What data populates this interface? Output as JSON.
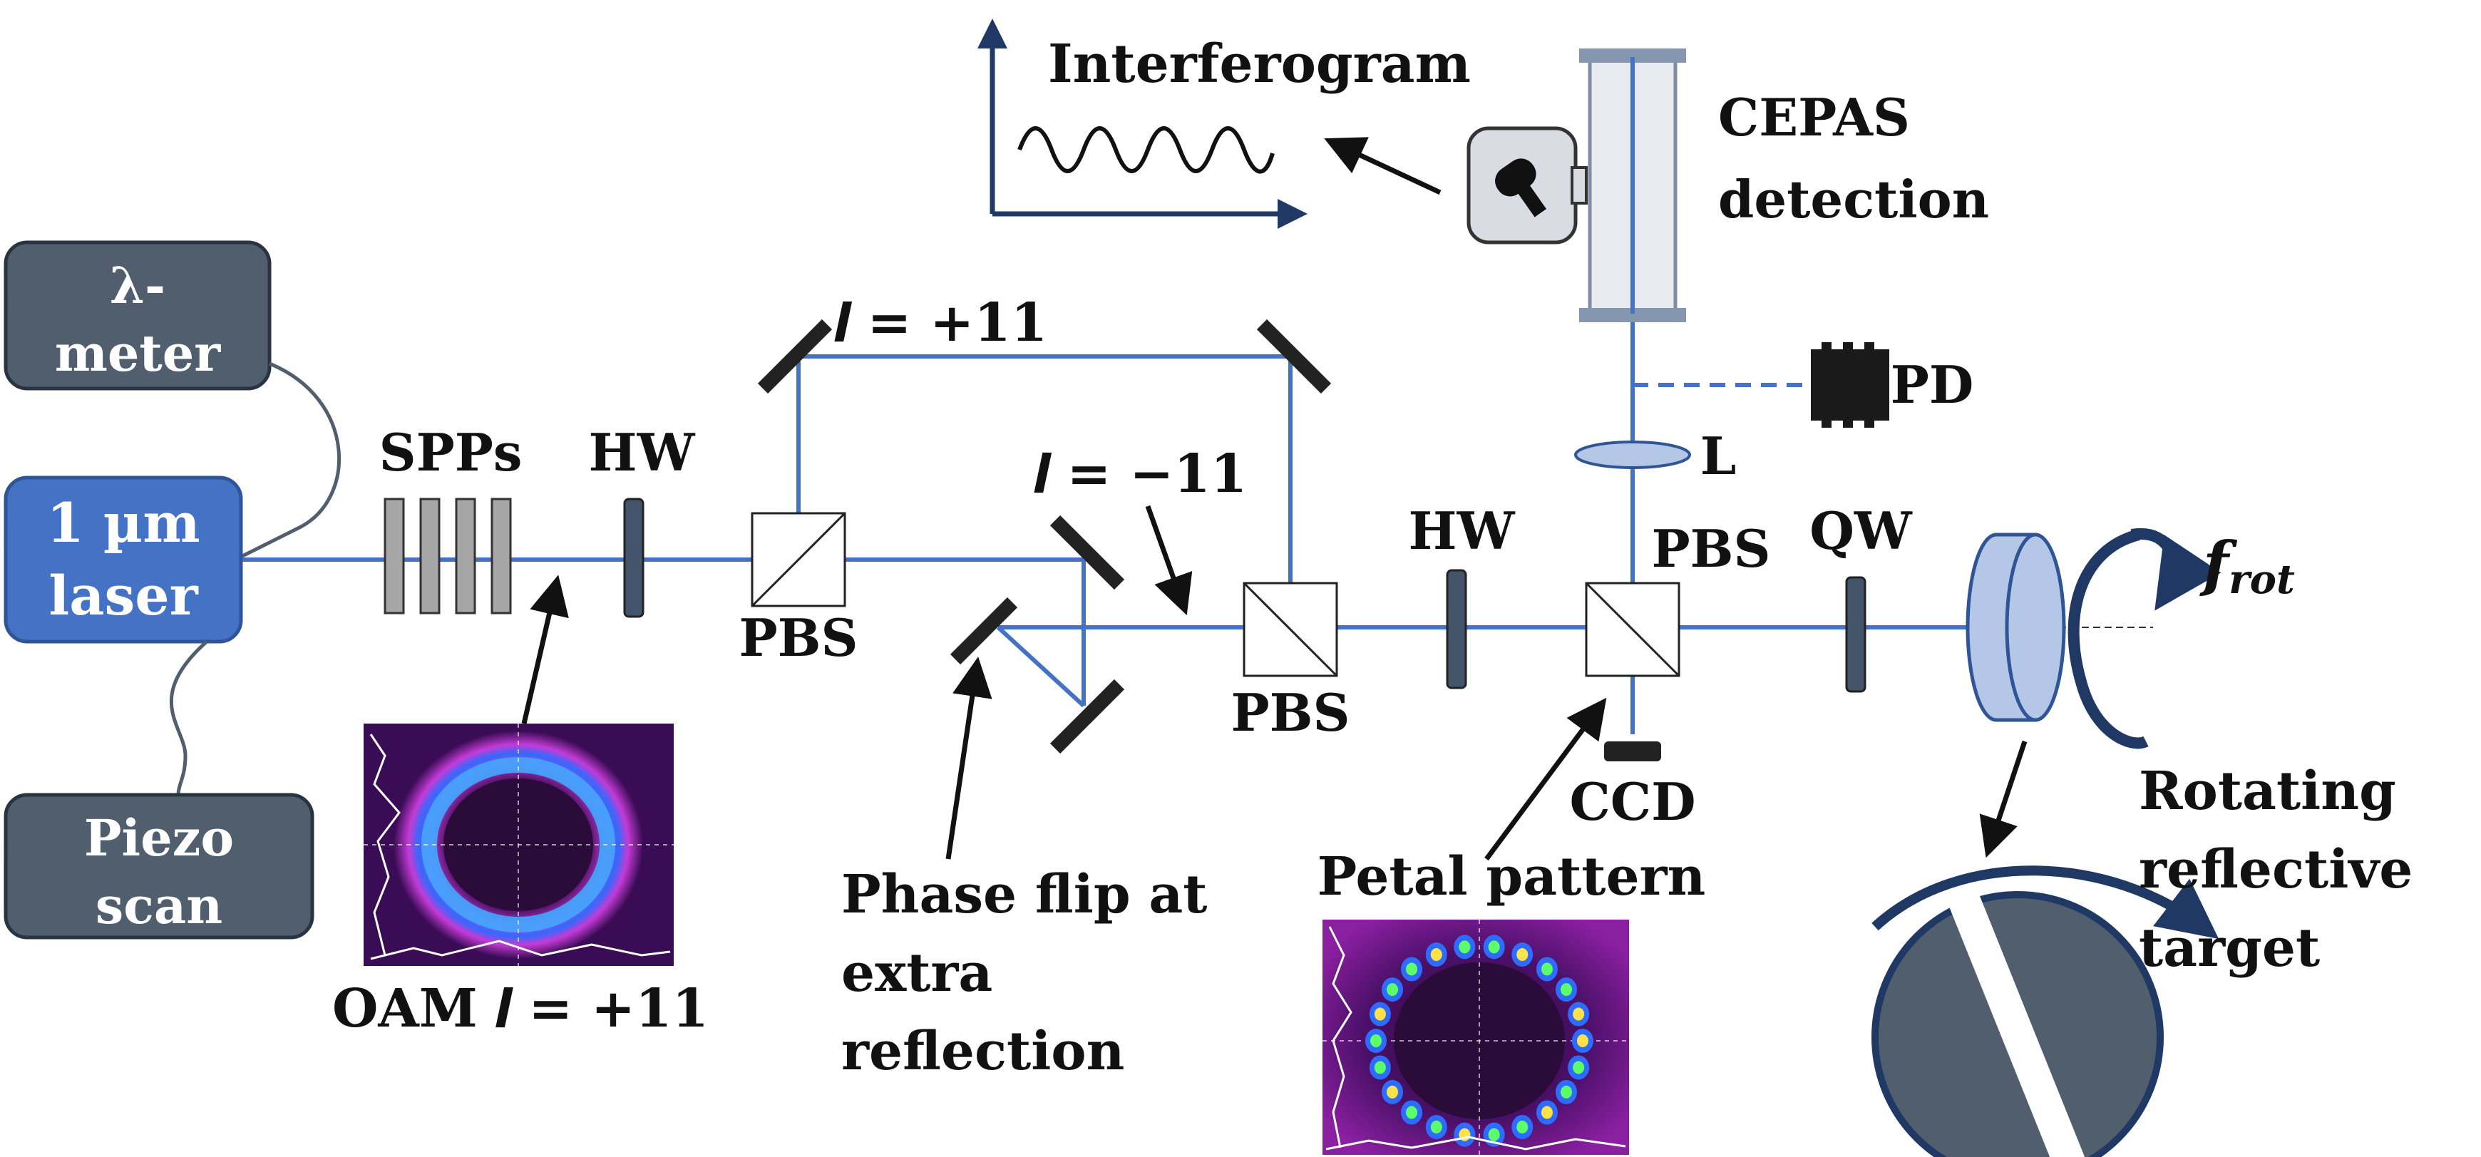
{
  "labels": {
    "lambda_meter_line1": "λ-",
    "lambda_meter_line2": "meter",
    "laser_line1": "1 µm",
    "laser_line2": "laser",
    "piezo_line1": "Piezo",
    "piezo_line2": "scan",
    "spps": "SPPs",
    "hw_left": "HW",
    "pbs_1": "PBS",
    "l_plus": "𝒍 = +11",
    "l_minus": "𝒍 = −11",
    "pbs_2": "PBS",
    "hw_right": "HW",
    "pbs_3": "PBS",
    "qw": "QW",
    "lens": "L",
    "pd": "PD",
    "ccd": "CCD",
    "cepas_line1": "CEPAS",
    "cepas_line2": "detection",
    "interferogram": "Interferogram",
    "oam": "OAM 𝒍 = +11",
    "phase_flip_line1": "Phase flip at",
    "phase_flip_line2": "extra",
    "phase_flip_line3": "reflection",
    "petal": "Petal pattern",
    "f_rot_main": "𝒇",
    "f_rot_sub": "rot",
    "target_line1": "Rotating",
    "target_line2": "reflective",
    "target_line3": "target"
  },
  "colors": {
    "beam": "#4472c4",
    "laser_box": "#4472c4",
    "instrument_box": "#515e6e",
    "optic_dark": "#44546a",
    "spp_gray": "#a6a6a6",
    "rotation_arrow": "#1f3864"
  },
  "icons": {
    "microphone": "microphone-icon",
    "photodiode": "photodiode-icon"
  }
}
